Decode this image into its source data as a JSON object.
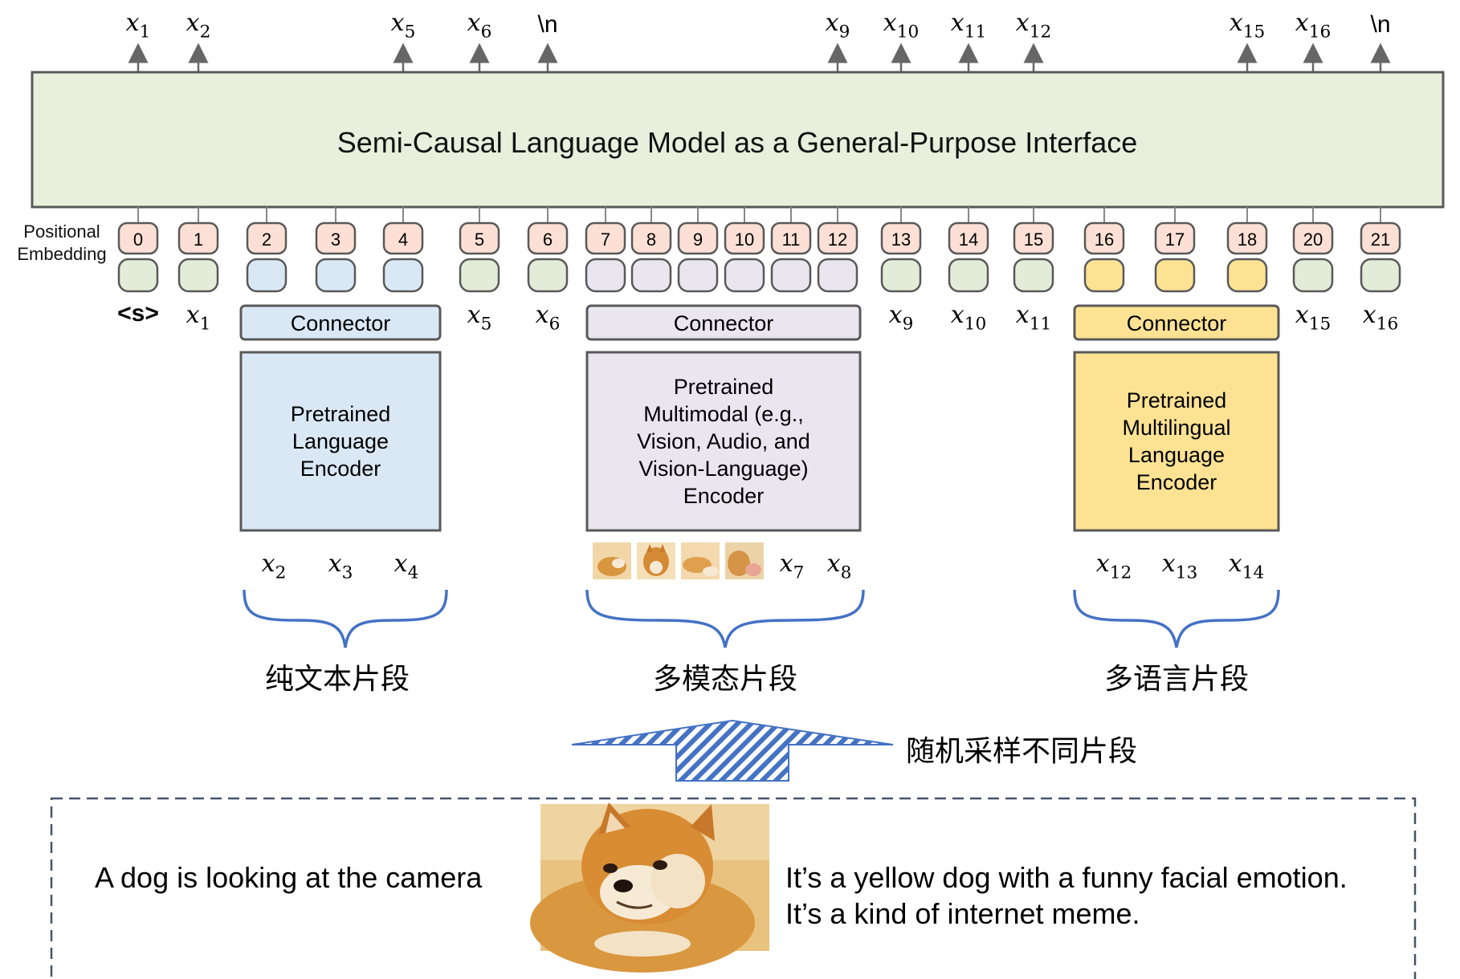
{
  "model_title": "Semi-Causal Language Model as a General-Purpose Interface",
  "pos_label_line1": "Positional",
  "pos_label_line2": "Embedding",
  "colors": {
    "model_fill": "#e9efdc",
    "pos_fill": "#fde0d5",
    "green": "#e3ecd8",
    "blue": "#dae8f6",
    "purple": "#e9e6f0",
    "yellow": "#fde293",
    "brace": "#4472c4",
    "arrow_stripe": "#4472c4"
  },
  "tokens": [
    {
      "pos": "0",
      "kind": "green",
      "label": "<s>"
    },
    {
      "pos": "1",
      "kind": "green",
      "label": "x",
      "sub": "1"
    },
    {
      "pos": "2",
      "kind": "blue"
    },
    {
      "pos": "3",
      "kind": "blue"
    },
    {
      "pos": "4",
      "kind": "blue"
    },
    {
      "pos": "5",
      "kind": "green",
      "label": "x",
      "sub": "5"
    },
    {
      "pos": "6",
      "kind": "green",
      "label": "x",
      "sub": "6"
    },
    {
      "pos": "7",
      "kind": "purple"
    },
    {
      "pos": "8",
      "kind": "purple"
    },
    {
      "pos": "9",
      "kind": "purple"
    },
    {
      "pos": "10",
      "kind": "purple"
    },
    {
      "pos": "11",
      "kind": "purple"
    },
    {
      "pos": "12",
      "kind": "purple"
    },
    {
      "pos": "13",
      "kind": "green",
      "label": "x",
      "sub": "9"
    },
    {
      "pos": "14",
      "kind": "green",
      "label": "x",
      "sub": "10"
    },
    {
      "pos": "15",
      "kind": "green",
      "label": "x",
      "sub": "11"
    },
    {
      "pos": "16",
      "kind": "yellow"
    },
    {
      "pos": "17",
      "kind": "yellow"
    },
    {
      "pos": "18",
      "kind": "yellow"
    },
    {
      "pos": "20",
      "kind": "green",
      "label": "x",
      "sub": "15"
    },
    {
      "pos": "21",
      "kind": "green",
      "label": "x",
      "sub": "16"
    }
  ],
  "outputs": [
    {
      "text": "x",
      "sub": "1"
    },
    {
      "text": "x",
      "sub": "2"
    },
    {
      "text": "x",
      "sub": "5"
    },
    {
      "text": "x",
      "sub": "6"
    },
    {
      "text": "\\n"
    },
    {
      "text": "x",
      "sub": "9"
    },
    {
      "text": "x",
      "sub": "10"
    },
    {
      "text": "x",
      "sub": "11"
    },
    {
      "text": "x",
      "sub": "12"
    },
    {
      "text": "x",
      "sub": "15"
    },
    {
      "text": "x",
      "sub": "16"
    },
    {
      "text": "\\n"
    }
  ],
  "connector_label": "Connector",
  "encoders": [
    {
      "kind": "blue",
      "lines": [
        "Pretrained",
        "Language",
        "Encoder"
      ]
    },
    {
      "kind": "purple",
      "lines": [
        "Pretrained",
        "Multimodal (e.g.,",
        "Vision, Audio, and",
        "Vision-Language)",
        "Encoder"
      ]
    },
    {
      "kind": "yellow",
      "lines": [
        "Pretrained",
        "Multilingual",
        "Language",
        "Encoder"
      ]
    }
  ],
  "encoder_inputs": [
    [
      {
        "text": "x",
        "sub": "2"
      },
      {
        "text": "x",
        "sub": "3"
      },
      {
        "text": "x",
        "sub": "4"
      }
    ],
    [
      {
        "text": "x",
        "sub": "7"
      },
      {
        "text": "x",
        "sub": "8"
      }
    ],
    [
      {
        "text": "x",
        "sub": "12"
      },
      {
        "text": "x",
        "sub": "13"
      },
      {
        "text": "x",
        "sub": "14"
      }
    ]
  ],
  "segment_labels": [
    "纯文本片段",
    "多模态片段",
    "多语言片段"
  ],
  "sampling_label": "随机采样不同片段",
  "bottom_text_left": "A dog is looking at the camera",
  "bottom_text_right_1": "It’s a yellow dog with a funny facial emotion.",
  "bottom_text_right_2": "It’s a kind of internet meme."
}
